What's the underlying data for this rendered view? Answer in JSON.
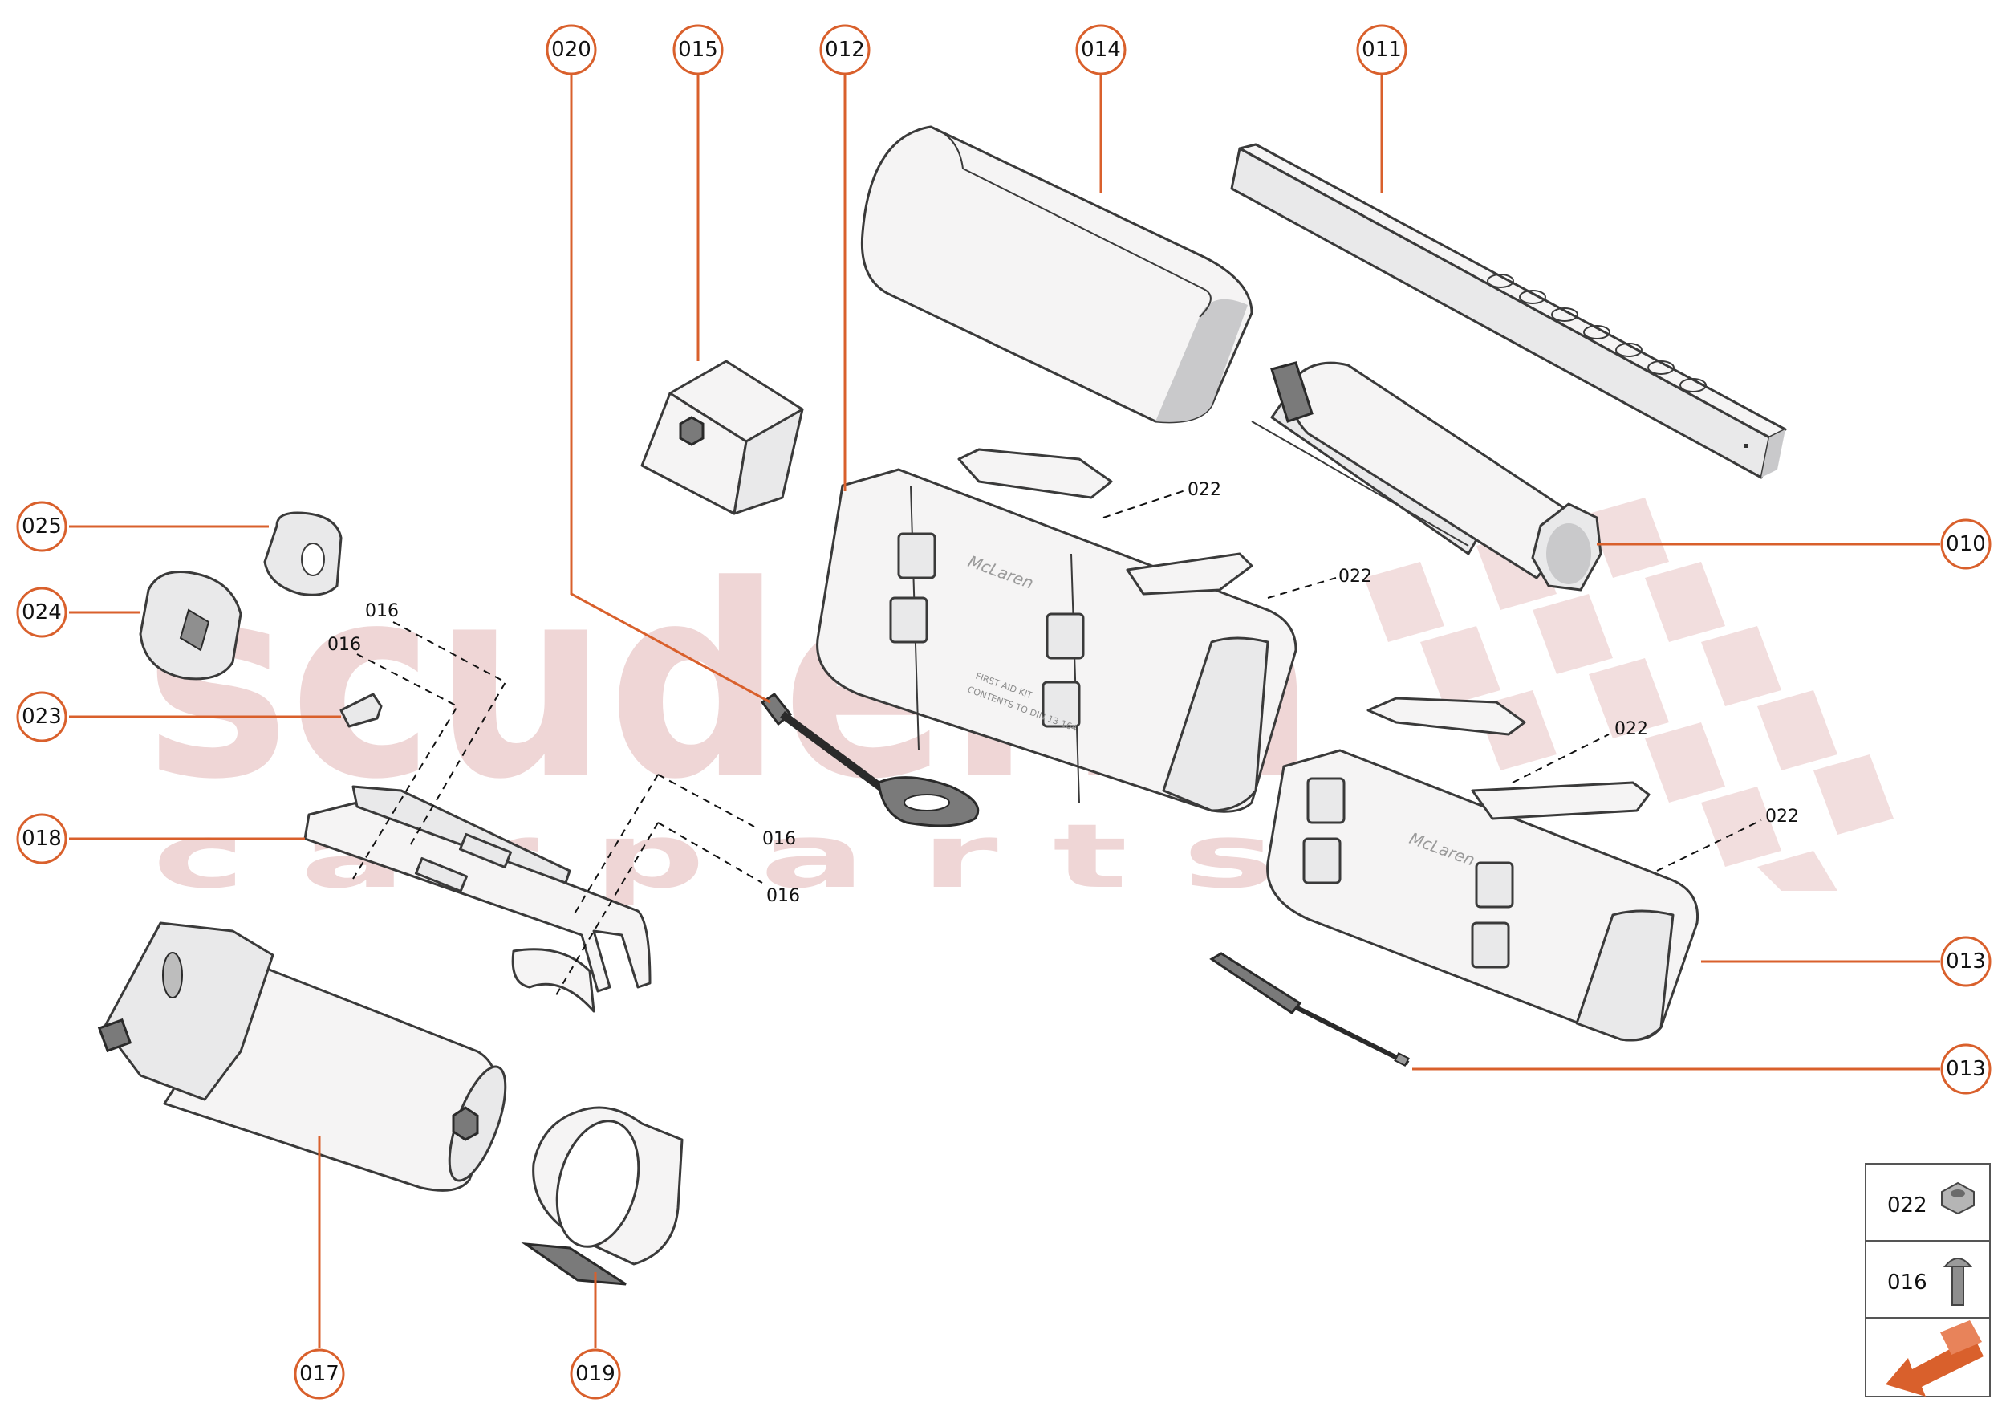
{
  "diagram": {
    "callouts": [
      {
        "id": "c020",
        "label": "020"
      },
      {
        "id": "c015",
        "label": "015"
      },
      {
        "id": "c012",
        "label": "012"
      },
      {
        "id": "c014",
        "label": "014"
      },
      {
        "id": "c011",
        "label": "011"
      },
      {
        "id": "c010",
        "label": "010"
      },
      {
        "id": "c025",
        "label": "025"
      },
      {
        "id": "c024",
        "label": "024"
      },
      {
        "id": "c023",
        "label": "023"
      },
      {
        "id": "c018",
        "label": "018"
      },
      {
        "id": "c013a",
        "label": "013"
      },
      {
        "id": "c013b",
        "label": "013"
      },
      {
        "id": "c017",
        "label": "017"
      },
      {
        "id": "c019",
        "label": "019"
      }
    ],
    "refs": [
      {
        "id": "r022a",
        "label": "022"
      },
      {
        "id": "r022b",
        "label": "022"
      },
      {
        "id": "r022c",
        "label": "022"
      },
      {
        "id": "r022d",
        "label": "022"
      },
      {
        "id": "r016a",
        "label": "016"
      },
      {
        "id": "r016b",
        "label": "016"
      },
      {
        "id": "r016c",
        "label": "016"
      },
      {
        "id": "r016d",
        "label": "016"
      }
    ],
    "bag_markings": {
      "brand1": "McLaren",
      "brand2": "McLaren",
      "kit_line1": "FIRST AID KIT",
      "kit_line2": "CONTENTS TO DIN 13 164"
    },
    "watermark": {
      "word": "scuderia",
      "sub": "c a r   p a r t s"
    }
  },
  "legend": {
    "rows": [
      {
        "label": "022",
        "icon": "hex-nut-icon"
      },
      {
        "label": "016",
        "icon": "button-head-bolt-icon"
      }
    ],
    "nav_icon": "orange-arrow-icon"
  },
  "colors": {
    "accent": "#d9602c",
    "watermark": "#efd6d6"
  }
}
